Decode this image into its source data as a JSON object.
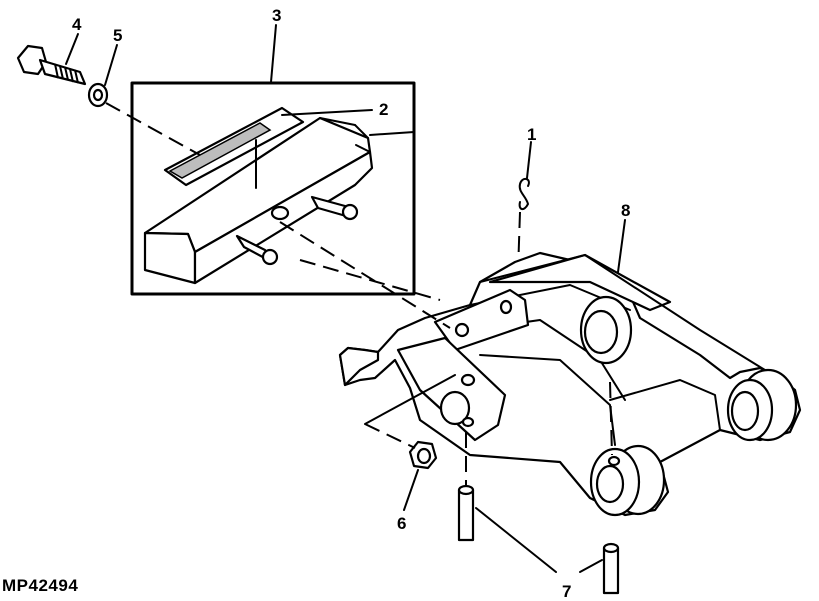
{
  "figure": {
    "id": "MP42494"
  },
  "callouts": [
    {
      "num": "1",
      "label_of": "cotter-pin"
    },
    {
      "num": "2",
      "label_of": "decal-label"
    },
    {
      "num": "3",
      "label_of": "inset-block-assembly"
    },
    {
      "num": "4",
      "label_of": "bolt"
    },
    {
      "num": "5",
      "label_of": "washer"
    },
    {
      "num": "6",
      "label_of": "nut"
    },
    {
      "num": "7",
      "label_of": "dowel-pins"
    },
    {
      "num": "8",
      "label_of": "frame-bracket"
    }
  ]
}
